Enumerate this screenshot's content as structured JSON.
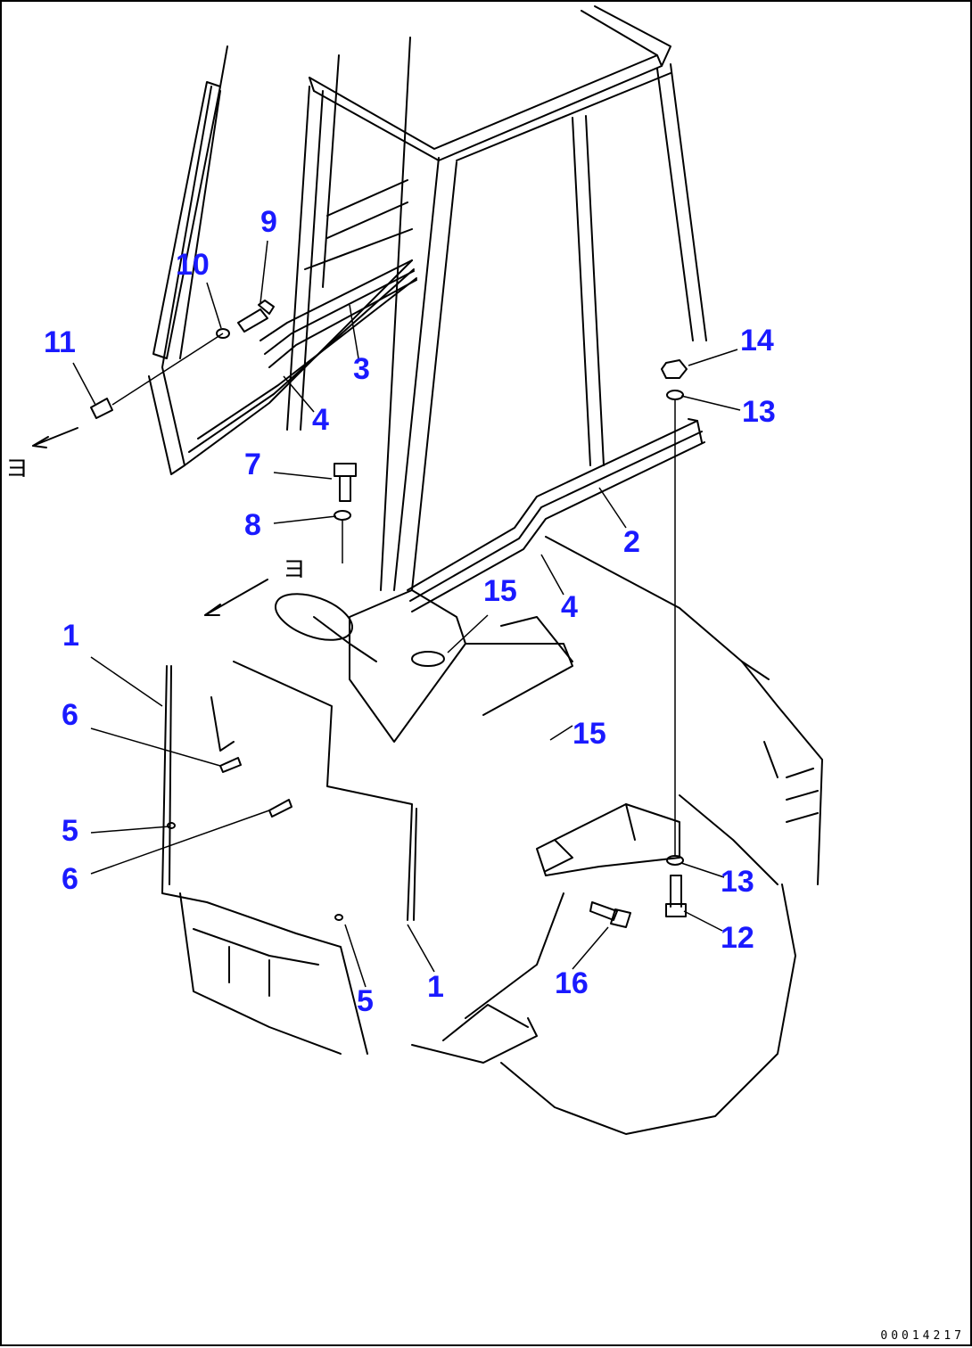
{
  "diagram": {
    "id_code": "00014217",
    "direction_marks": [
      "ヨ",
      "ヨ"
    ],
    "callouts": [
      {
        "key": "c1a",
        "label": "1"
      },
      {
        "key": "c1b",
        "label": "1"
      },
      {
        "key": "c2",
        "label": "2"
      },
      {
        "key": "c3",
        "label": "3"
      },
      {
        "key": "c4a",
        "label": "4"
      },
      {
        "key": "c4b",
        "label": "4"
      },
      {
        "key": "c5a",
        "label": "5"
      },
      {
        "key": "c5b",
        "label": "5"
      },
      {
        "key": "c6a",
        "label": "6"
      },
      {
        "key": "c6b",
        "label": "6"
      },
      {
        "key": "c7",
        "label": "7"
      },
      {
        "key": "c8",
        "label": "8"
      },
      {
        "key": "c9",
        "label": "9"
      },
      {
        "key": "c10",
        "label": "10"
      },
      {
        "key": "c11",
        "label": "11"
      },
      {
        "key": "c12",
        "label": "12"
      },
      {
        "key": "c13a",
        "label": "13"
      },
      {
        "key": "c13b",
        "label": "13"
      },
      {
        "key": "c14",
        "label": "14"
      },
      {
        "key": "c15a",
        "label": "15"
      },
      {
        "key": "c15b",
        "label": "15"
      },
      {
        "key": "c16",
        "label": "16"
      }
    ],
    "colors": {
      "callout": "#1a1aff",
      "line": "#000000"
    }
  }
}
